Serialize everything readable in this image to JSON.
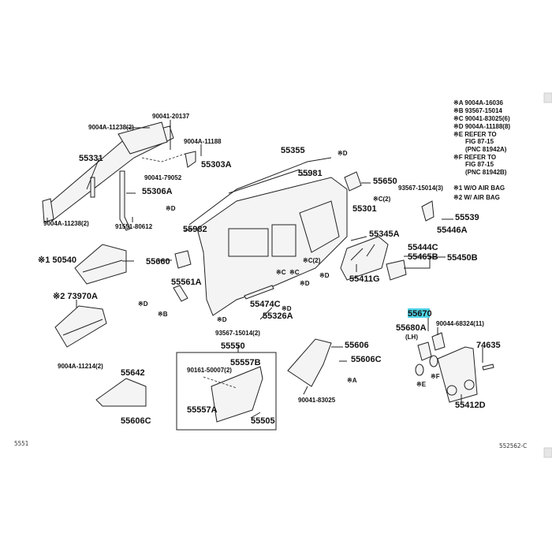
{
  "diagram": {
    "figure_id": "552562-C",
    "page_ref": "5551",
    "highlight_color": "#4fd3e6",
    "highlighted_part": "55670",
    "notes": [
      "※A 9004A-16036",
      "※B 93567-15014",
      "※C 90041-83025(6)",
      "※D 9004A-11188(8)",
      "※E REFER TO",
      "FIG 87-15",
      "(PNC 81942A)",
      "※F REFER TO",
      "FIG 87-15",
      "(PNC 81942B)",
      "※1 W/O AIR BAG",
      "※2 W/ AIR BAG"
    ],
    "labels": {
      "p90041_20137": "90041-20137",
      "p9004A_11238_top": "9004A-11238(2)",
      "p9004A_11188": "9004A-11188",
      "p55303A": "55303A",
      "p55331": "55331",
      "p90041_79052": "90041-79052",
      "p55306A": "55306A",
      "p9004A_11238_bot": "9004A-11238(2)",
      "p91551_80612": "91551-80612",
      "p55355": "55355",
      "p55981": "55981",
      "p55650": "55650",
      "p55301": "55301",
      "noteC2a": "※C(2)",
      "p93567_15014_3": "93567-15014(3)",
      "p55539": "55539",
      "p55446A": "55446A",
      "p55982": "55982",
      "p55345A": "55345A",
      "p55444C": "55444C",
      "p55465B": "55465B",
      "p55450B": "55450B",
      "p55411G": "55411G",
      "p50540": "※1 50540",
      "p55660": "55660",
      "p55561A": "55561A",
      "p73970A": "※2 73970A",
      "p55474C": "55474C",
      "p55326A": "55326A",
      "p93567_15014_2": "93567-15014(2)",
      "p55550": "55550",
      "p55557B": "55557B",
      "p90161_50007": "90161-50007(2)",
      "p55557A": "55557A",
      "p55505": "55505",
      "p9004A_11214": "9004A-11214(2)",
      "p55642": "55642",
      "p55606C_left": "55606C",
      "p55606": "55606",
      "p55606C_right": "55606C",
      "p90041_83025": "90041-83025",
      "p55670": "55670",
      "p90044_68324": "90044-68324(11)",
      "p55680A": "55680A",
      "pLH": "(LH)",
      "p74635": "74635",
      "p55412D": "55412D",
      "refA": "※A",
      "refB": "※B",
      "refC": "※C",
      "refC2": "※C(2)",
      "refD": "※D",
      "refE": "※E",
      "refF": "※F"
    }
  }
}
